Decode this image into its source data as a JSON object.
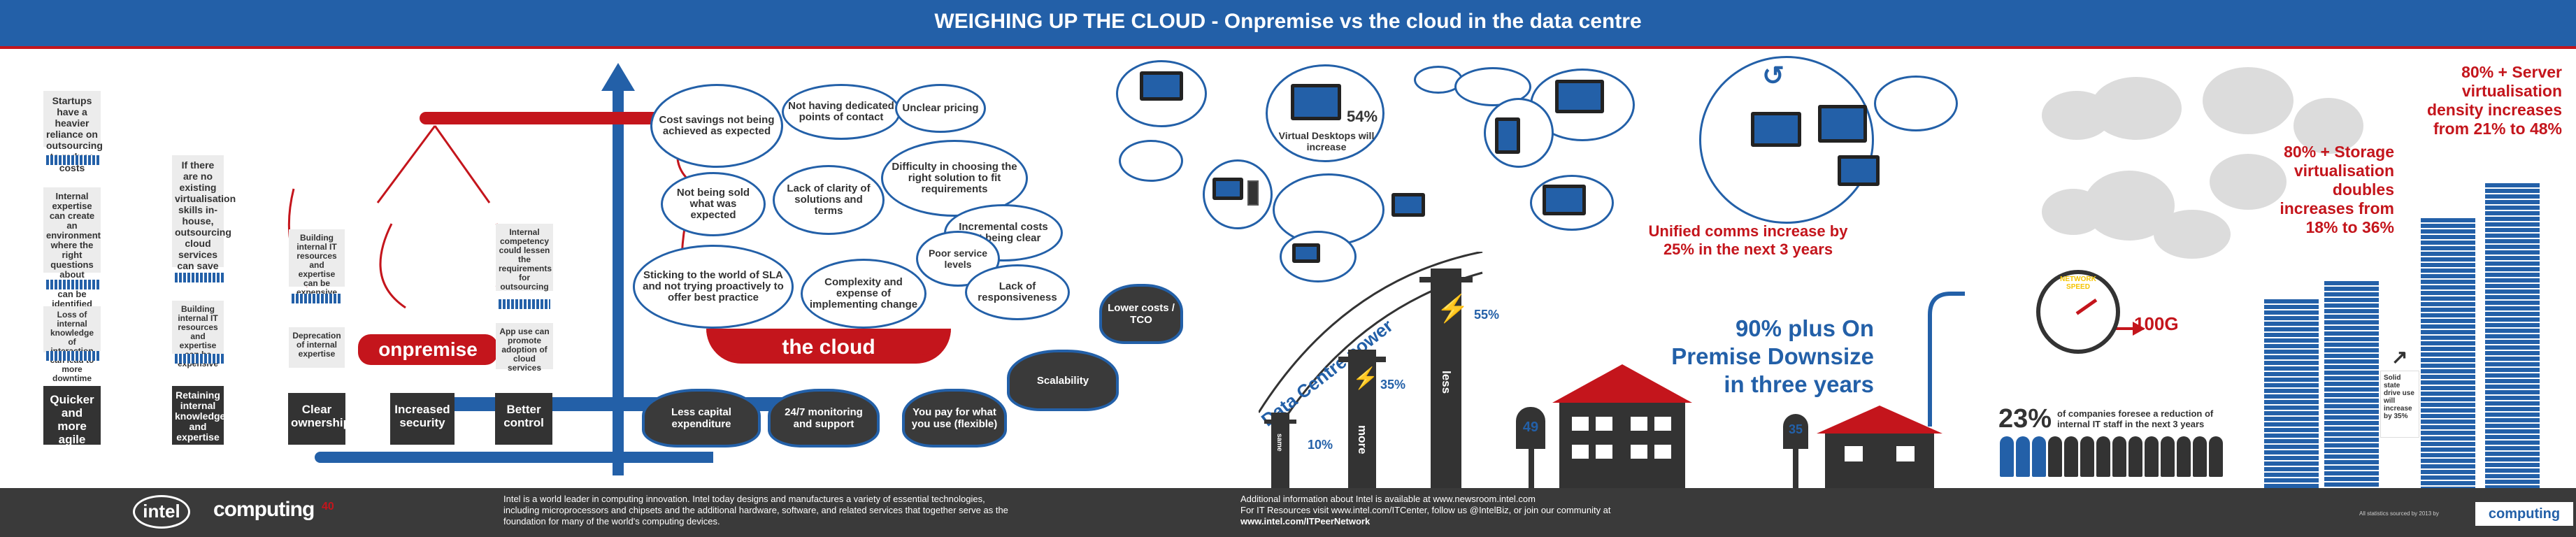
{
  "header": {
    "title": "WEIGHING UP THE CLOUD - Onpremise vs the cloud in the data centre"
  },
  "left_col_a": [
    "Startups have a heavier reliance on outsourcing to reduce costs",
    "Internal expertise can create an environment where the right questions about outsourcing can be identified",
    "Loss of internal knowledge of interaction can lead to more downtime"
  ],
  "left_col_a_bottom": "Quicker and more agile response",
  "left_col_b": [
    "If there are no existing virtualisation skills in-house, outsourcing cloud services can save costs",
    "Building internal IT resources and expertise can be expensive"
  ],
  "left_col_b_bottom": "Retaining internal knowledge and expertise",
  "scale": {
    "left_cards": [
      "Building internal IT resources and expertise can be expensive",
      "Deprecation of internal expertise"
    ],
    "right_cards": [
      "Internal competency could lessen the requirements for outsourcing",
      "App use can promote adoption of cloud services"
    ],
    "onpremise_label": "onpremise",
    "cloud_label": "the cloud",
    "bottom_labels": [
      "Clear ownership",
      "Increased security",
      "Better control"
    ]
  },
  "cloud_bubbles": [
    "Cost savings not being achieved as expected",
    "Not having dedicated points of contact",
    "Unclear pricing",
    "Difficulty in choosing the right solution to fit requirements",
    "Not being sold what was expected",
    "Lack of clarity of solutions and terms",
    "Incremental costs not being clear",
    "Poor service levels",
    "Sticking to the world of SLA and not trying proactively to offer best practice",
    "Complexity and expense of implementing change",
    "Lack of responsiveness"
  ],
  "dark_clouds": [
    "Lower costs / TCO",
    "Scalability",
    "Less capital expenditure",
    "24/7 monitoring and support",
    "You pay for what you use (flexible)"
  ],
  "virtual_desktops": {
    "percent": "54%",
    "label": "Virtual Desktops will increase"
  },
  "unified_comms": "Unified comms increase by 25% in the next 3 years",
  "power": {
    "title": "Data Centre power",
    "poles": [
      {
        "word": "same",
        "percent": "10%"
      },
      {
        "word": "more",
        "percent": "35%"
      },
      {
        "word": "less",
        "percent": "55%"
      }
    ]
  },
  "downsize": {
    "text": "90% plus On Premise Downsize in three years",
    "mailbox_a": "49",
    "mailbox_b": "35"
  },
  "network": {
    "gauge_label": "NETWORK SPEED",
    "speed": "100G"
  },
  "staff": {
    "percent": "23%",
    "text": "of companies foresee a reduction of internal IT staff in the next 3 years"
  },
  "ssd": "Solid state drive use will increase by 35%",
  "storage": "80% + Storage virtualisation doubles increases from 18% to 36%",
  "server": "80% + Server virtualisation density increases from 21% to 48%",
  "footer": {
    "intel_logo": "intel",
    "computing_logo": "computing",
    "computing_sup": "40",
    "para1": "Intel is a world leader in computing innovation. Intel today designs and manufactures a variety of essential technologies, including microprocessors and chipsets and the additional hardware, software, and related services that together serve as the foundation for many of the world's computing devices.",
    "para2_line1": "Additional information about Intel is available at www.newsroom.intel.com",
    "para2_line2": "For IT Resources visit www.intel.com/ITCenter, follow us @IntelBiz, or join our community at",
    "para2_line3": "www.intel.com/ITPeerNetwork",
    "credit": "All statistics sourced by 2013 by",
    "computing_small": "computing"
  },
  "colors": {
    "blue": "#2360a8",
    "red": "#c4151c",
    "dark": "#333333",
    "grey": "#ececec"
  }
}
